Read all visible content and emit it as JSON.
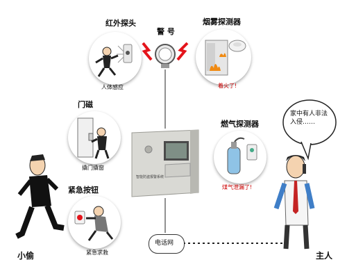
{
  "labels": {
    "infrared": "红外探头",
    "infrared_caption": "人体感应",
    "alarm": "警 号",
    "smoke": "烟雾探测器",
    "smoke_caption": "着火了!",
    "door": "门磁",
    "door_caption": "撬门撬窗",
    "gas": "燃气探测器",
    "gas_caption": "煤气泄漏了!",
    "panic": "紧急按钮",
    "panic_caption": "紧急求救",
    "phone_network": "电话网",
    "thief": "小偷",
    "owner": "主人",
    "speech": "家中有人非法入侵……"
  },
  "panel": {
    "text": "智能防盗报警系统"
  },
  "colors": {
    "panel": "#d9d9d4",
    "panel_dark": "#b8b8b2",
    "lcd": "#7f8f86",
    "line": "#222222",
    "flash": "#e4141b",
    "fire": "#f08a12",
    "shirt_blue": "#3f7ec7",
    "tie_red": "#c42424",
    "gas_cyl": "#8fc3e6"
  },
  "icons": [
    "thief-figure",
    "owner-figure",
    "alarm-siren-icon",
    "smoke-detector-icon",
    "gas-detector-icon",
    "door-sensor-icon",
    "panic-button-icon",
    "infrared-sensor-icon"
  ]
}
